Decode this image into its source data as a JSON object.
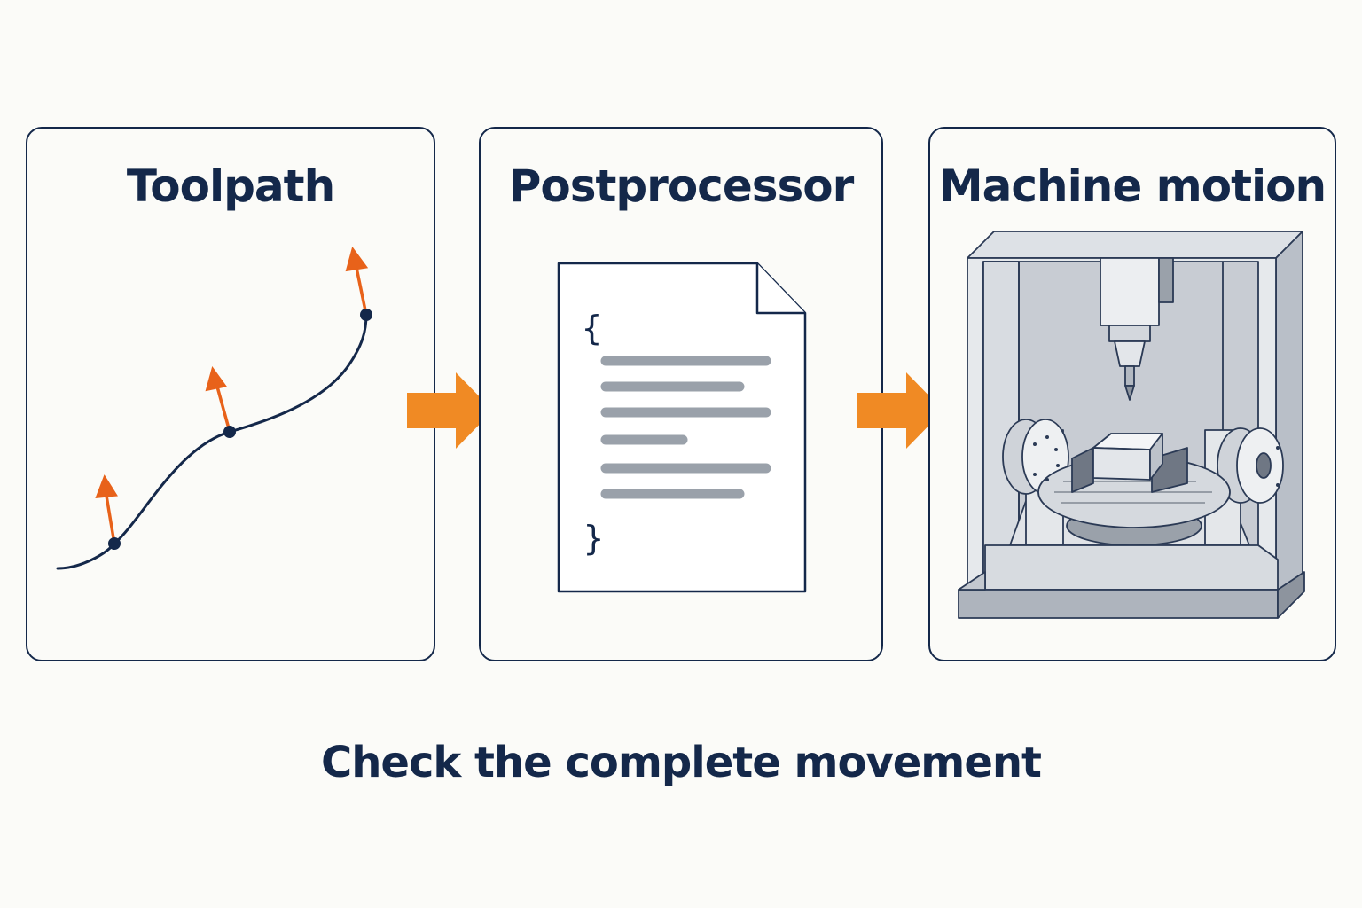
{
  "panels": {
    "toolpath": {
      "title": "Toolpath"
    },
    "postprocessor": {
      "title": "Postprocessor",
      "open_brace": "{",
      "close_brace": "}"
    },
    "machine": {
      "title": "Machine motion"
    }
  },
  "caption": "Check the complete movement",
  "colors": {
    "ink": "#14284a",
    "accent": "#f08a24",
    "vector": "#e8621a",
    "code_line": "#9aa1aa"
  },
  "icons": [
    "toolpath-curve-icon",
    "document-icon",
    "cnc-machine-icon",
    "arrow-right-icon"
  ]
}
